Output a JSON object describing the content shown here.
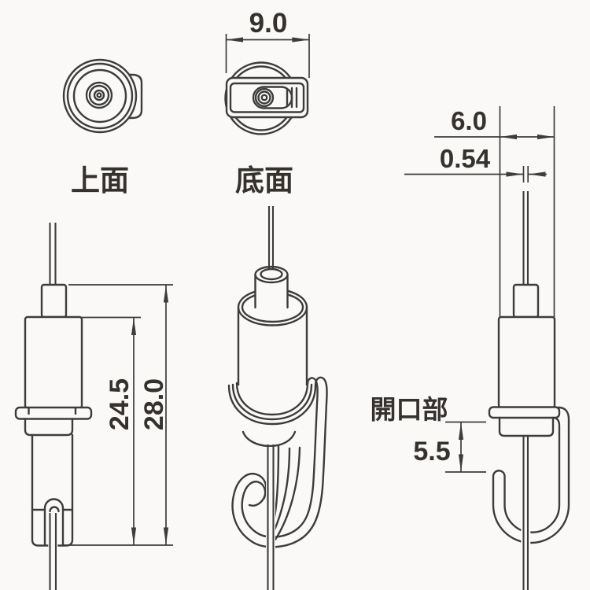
{
  "drawing": {
    "background": "#faf9f7",
    "line_color": "#3c3c3c",
    "labels": {
      "top_view": "上面",
      "bottom_view": "底面",
      "opening": "開口部"
    },
    "dimensions": {
      "bottom_width": "9.0",
      "body_diameter": "6.0",
      "wire_diameter": "0.54",
      "body_length": "24.5",
      "overall_length": "28.0",
      "opening_height": "5.5"
    }
  }
}
